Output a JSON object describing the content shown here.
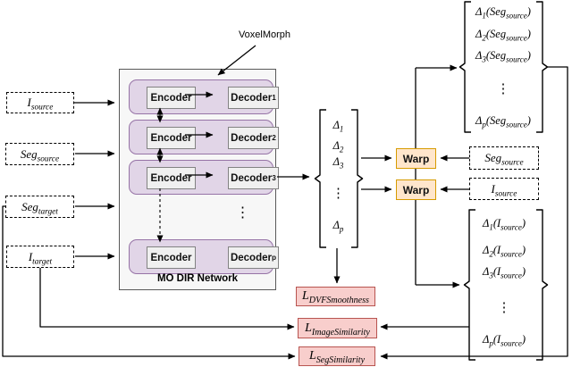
{
  "diagram": {
    "voxelmorph_label": "VoxelMorph",
    "network": {
      "title": "MO DIR Network",
      "rows": [
        {
          "encoder": "Encoder",
          "decoder": "Decoder_{1}"
        },
        {
          "encoder": "Encoder",
          "decoder": "Decoder_{2}"
        },
        {
          "encoder": "Encoder",
          "decoder": "Decoder_{3}"
        },
        {
          "encoder": "Encoder",
          "decoder": "Decoder_{p}"
        }
      ],
      "ellipsis": "⋮"
    },
    "inputs_left": [
      {
        "label": "I_{source}"
      },
      {
        "label": "Seg_{source}"
      },
      {
        "label": "Seg_{target}"
      },
      {
        "label": "I_{target}"
      }
    ],
    "dvf_bracket": {
      "items": [
        "Δ_{1}",
        "Δ_{2}",
        "Δ_{3}",
        "⋮",
        "Δ_{p}"
      ]
    },
    "warp_boxes": [
      {
        "label": "Warp"
      },
      {
        "label": "Warp"
      }
    ],
    "inputs_right": [
      {
        "label": "Seg_{source}"
      },
      {
        "label": "I_{source}"
      }
    ],
    "warped_seg_bracket": {
      "items": [
        "Δ_{1}(Seg_{source})",
        "Δ_{2}(Seg_{source})",
        "Δ_{3}(Seg_{source})",
        "⋮",
        "Δ_{p}(Seg_{source})"
      ]
    },
    "warped_img_bracket": {
      "items": [
        "Δ_{1}(I_{source})",
        "Δ_{2}(I_{source})",
        "Δ_{3}(I_{source})",
        "⋮",
        "Δ_{p}(I_{source})"
      ]
    },
    "losses": [
      {
        "label": "L_{DVFSmoothness}"
      },
      {
        "label": "L_{ImageSimilarity}"
      },
      {
        "label": "L_{SegSimilarity}"
      }
    ],
    "colors": {
      "row_fill": "#e1d5e7",
      "row_border": "#9673a6",
      "module_fill": "#f0f0f0",
      "module_border": "#828282",
      "network_fill": "#f7f7f7",
      "network_border": "#595959",
      "warp_fill": "#ffe6cc",
      "warp_border": "#d79b00",
      "loss_fill": "#f8cecc",
      "loss_border": "#b85450",
      "line": "#000000"
    }
  }
}
